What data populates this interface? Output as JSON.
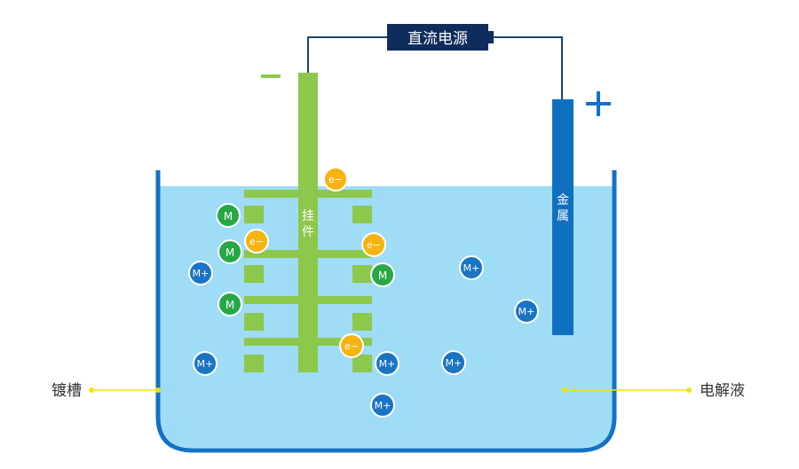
{
  "power_source": {
    "label": "直流电源"
  },
  "cathode": {
    "sign": "−",
    "label_chars": [
      "挂",
      "件"
    ]
  },
  "anode": {
    "sign": "+",
    "label_chars": [
      "金",
      "属"
    ]
  },
  "tank_label": "镀槽",
  "electrolyte_label": "电解液",
  "particles": {
    "metal_atom": "M",
    "metal_ion": "M+",
    "electron": "e−"
  },
  "colors": {
    "solution": "#9fdcf5",
    "tank": "#1272c6",
    "rack": "#8cc84b",
    "anode": "#1070c0",
    "power_box": "#0f2d5c",
    "wire": "#17456e",
    "metal_atom": "#27a845",
    "metal_ion": "#1a74c4",
    "electron": "#f5b40f",
    "pointer": "#f3e500"
  }
}
